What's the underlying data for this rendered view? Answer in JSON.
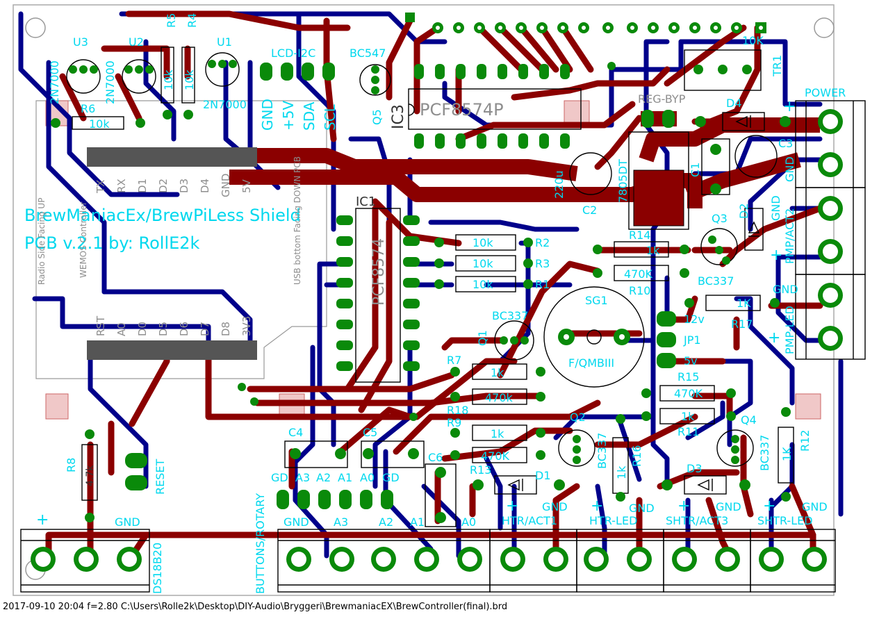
{
  "board": {
    "title_line1": "BrewManiacEx/BrewPiLess Shield",
    "title_line2": "PCB v.2.1 by: RollE2k",
    "components": {
      "U3": "U3",
      "U2": "U2",
      "U1": "U1",
      "R5": "R5",
      "R4": "R4",
      "R6": "R6",
      "R6_val": "10k",
      "R5_val": "10k",
      "R4_val": "10k",
      "U3_type": "2N7000",
      "U2_type": "2N7000",
      "U1_type": "2N7000",
      "lcd_i2c": "LCD-I2C",
      "gnd": "GND",
      "v5": "+5V",
      "sda": "SDA",
      "scl": "SCL",
      "bc547": "BC547",
      "q5": "Q5",
      "ic3": "IC3",
      "pcf8574p": "PCF8574P",
      "ten_k": "10K",
      "tr1": "TR1",
      "reg_byp": "REG-BYP",
      "d4": "D4",
      "c3": "C3",
      "c1": "C1",
      "c2": "C2",
      "c2_val": "220u",
      "reg": "7805DT",
      "ic1": "IC1",
      "ic1_type": "PCF8574",
      "r2": "R2",
      "r3": "R3",
      "r1": "R1",
      "r_10k": "10k",
      "r14": "R14",
      "r14_val": "1k",
      "r10": "R10",
      "r10_val": "470K",
      "q3": "Q3",
      "bc337": "BC337",
      "d2": "D2",
      "sg1": "SG1",
      "fqmb": "F/QMBIII",
      "q1": "Q1",
      "v12": "12v",
      "jp1": "JP1",
      "v5j": "5v",
      "r17": "R17",
      "r17_val": "1K",
      "r7": "R7",
      "r7_val": "1k",
      "r18": "R18",
      "r18_val": "470k",
      "r15": "R15",
      "r15_val": "470K",
      "r11": "R11",
      "r11_val": "1k",
      "r9": "R9",
      "r9_val": "1k",
      "r13": "R13",
      "r13_val": "470K",
      "q2": "Q2",
      "q4": "Q4",
      "r16": "R16",
      "r16_val": "1k",
      "r12": "R12",
      "r12_val": "1K",
      "d1": "D1",
      "d3": "D3",
      "c4": "C4",
      "c5": "C5",
      "c6": "C6",
      "r8": "R8",
      "r8_val": "4.7k",
      "reset": "RESET",
      "wemos": "WEMOS Controller",
      "radio_side": "Radio Side Facing UP",
      "usb": "USB bottom Facing DOWN PCB"
    },
    "wemos_top_pins": [
      "TX",
      "RX",
      "D1",
      "D2",
      "D3",
      "D4",
      "GND",
      "5V"
    ],
    "wemos_bot_pins": [
      "RST",
      "A0",
      "D0",
      "D5",
      "D6",
      "D7",
      "D8",
      "3V3"
    ],
    "buttons_hdr": [
      "GD",
      "A3",
      "A2",
      "A1",
      "A0",
      "GD"
    ],
    "buttons_label": "BUTTONS/ROTARY",
    "bottom_terms": {
      "ds_plus": "+",
      "ds_gnd": "GND",
      "ds": "DS18B20",
      "b_gnd": "GND",
      "b_a3": "A3",
      "b_a2": "A2",
      "b_a1": "A1",
      "b_a0": "A0",
      "htr_plus": "+",
      "htr_gnd": "GND",
      "htr": "HTR/ACT1",
      "htrled_plus": "+",
      "htrled_gnd": "GND",
      "htrled": "HTR-LED",
      "shtr_plus": "+",
      "shtr_gnd": "GND",
      "shtr": "SHTR/ACT3",
      "shtrled_plus": "+",
      "shtrled_gnd": "GND",
      "shtrled": "SHTR-LED"
    },
    "right_terms": {
      "power": "POWER",
      "p_plus": "+",
      "p_gnd": "GND",
      "pmp": "PMP/ACT2",
      "pmp_gnd": "GND",
      "pmp_plus": "+",
      "pmpled": "PMP-LED",
      "pmpled_gnd": "GND",
      "pmpled_plus": "+"
    }
  },
  "status_bar": "2017-09-10 20:04  f=2.80  C:\\Users\\Rolle2k\\Desktop\\DIY-Audio\\Bryggeri\\BrewmaniacEX\\BrewController(final).brd",
  "colors": {
    "top_copper": "#8b0000",
    "bottom_copper": "#00008b",
    "pad": "#0a8a0a",
    "silk_text": "#00d8ee"
  }
}
